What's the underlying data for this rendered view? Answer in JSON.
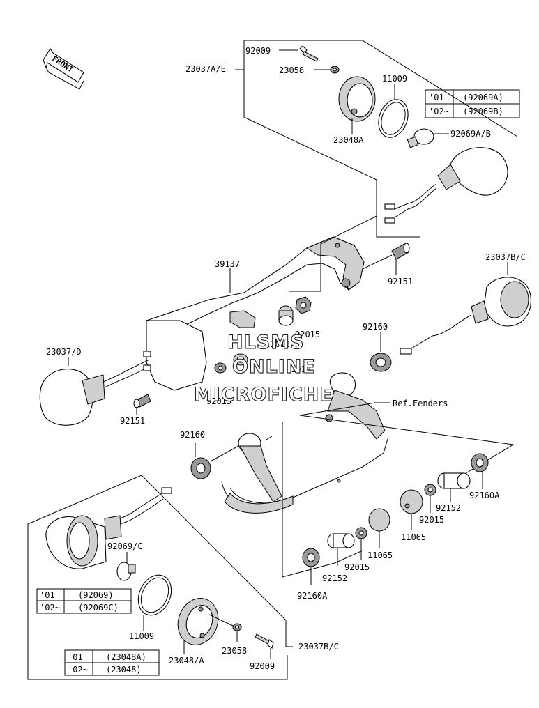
{
  "front_arrow": {
    "label": "FRONT"
  },
  "labels": {
    "p92009_top": "92009",
    "p23037ae": "23037A/E",
    "p23058_top": "23058",
    "p11009_top": "11009",
    "p23048a": "23048A",
    "p92069ab": "92069A/B",
    "p39137": "39137",
    "p92151_right": "92151",
    "p23037bc_top": "23037B/C",
    "p92015_mid": "92015",
    "p92160_mid": "92160",
    "p11012_a": "11012",
    "p11012_b": "11012",
    "p23037d": "23037/D",
    "p92015_left": "92015",
    "p92151_left": "92151",
    "ref_fenders": "Ref.Fenders",
    "p92160_left": "92160",
    "p92069c": "92069/C",
    "p92160a_right": "92160A",
    "p92152_right": "92152",
    "p92015_right": "92015",
    "p11065_right": "11065",
    "p11065_mid": "11065",
    "p92015_low": "92015",
    "p92152_low": "92152",
    "p92160a_low": "92160A",
    "p11009_low": "11009",
    "p23048a_low": "23048/A",
    "p23058_low": "23058",
    "p92009_low": "92009",
    "p23037bc_low": "23037B/C"
  },
  "tables": {
    "top": [
      [
        "'01",
        "(92069A)"
      ],
      [
        "'02~",
        "(92069B)"
      ]
    ],
    "mid": [
      [
        "'01",
        "(92069)"
      ],
      [
        "'02~",
        "(92069C)"
      ]
    ],
    "low": [
      [
        "'01",
        "(23048A)"
      ],
      [
        "'02~",
        "(23048)"
      ]
    ]
  },
  "watermark": [
    "HLSMS",
    "ONLINE",
    "MICROFICHE"
  ]
}
